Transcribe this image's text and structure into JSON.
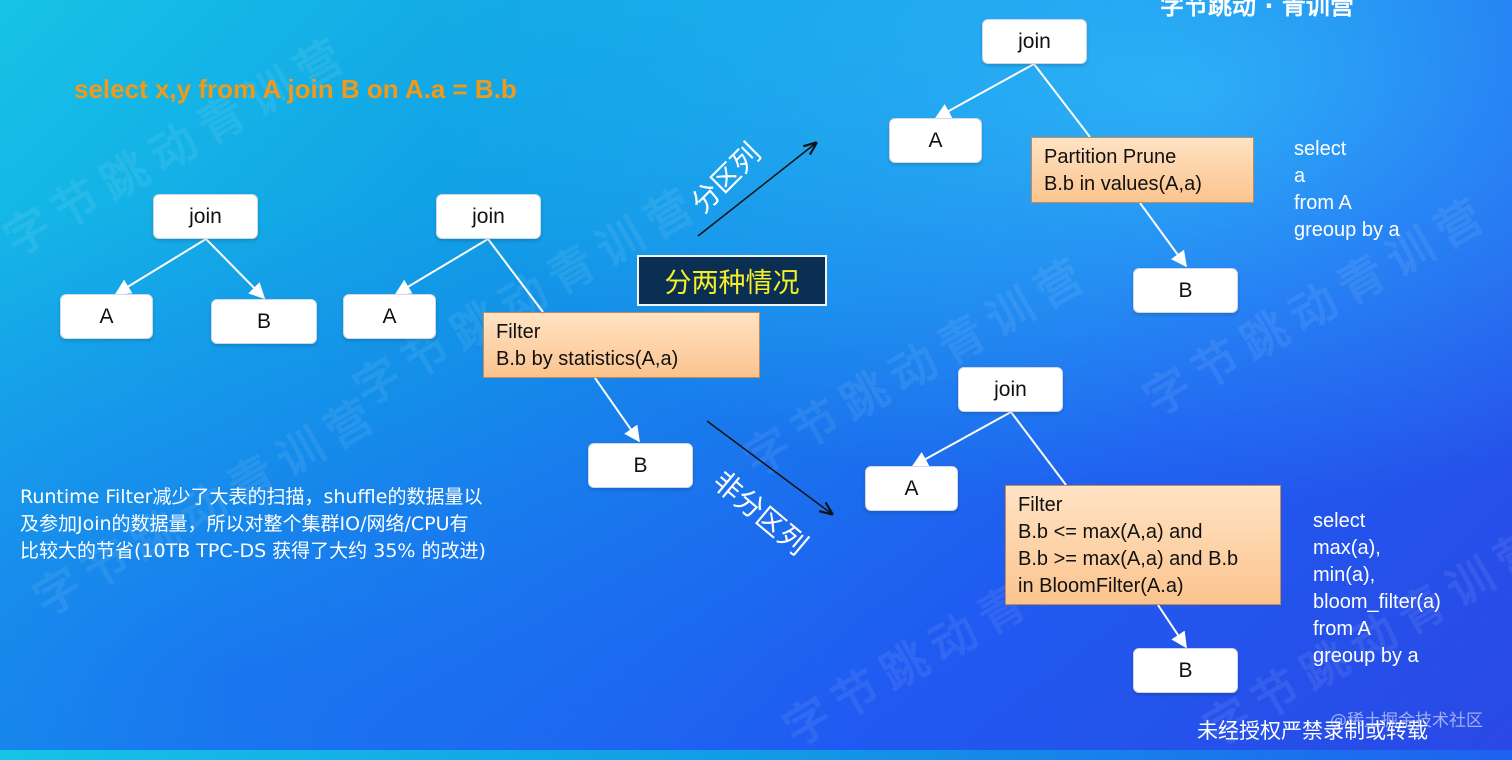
{
  "title": "select x,y from A join B on A.a = B.b",
  "watermark": "字节跳动青训营",
  "top_logo": "字节跳动 · 青训营",
  "nodes": {
    "join": "join",
    "a": "A",
    "b": "B"
  },
  "middle_filter": {
    "line1": "Filter",
    "line2": "B.b by statistics(A,a)"
  },
  "case_label": "分两种情况",
  "partition_label": "分区列",
  "non_partition_label": "非分区列",
  "partition_prune": {
    "line1": "Partition Prune",
    "line2": "B.b in values(A,a)"
  },
  "partition_sql": [
    "select",
    "a",
    "from A",
    "greoup by a"
  ],
  "bottom_filter": {
    "line1": "Filter",
    "line2": "B.b <= max(A,a) and",
    "line3": "B.b >= max(A,a) and B.b",
    "line4": "in BloomFilter(A.a)"
  },
  "bottom_sql": [
    "select",
    "max(a),",
    "min(a),",
    "bloom_filter(a)",
    "from A",
    "greoup by a"
  ],
  "description": [
    "Runtime Filter减少了大表的扫描，shuffle的数据量以",
    "及参加Join的数据量，所以对整个集群IO/网络/CPU有",
    "比较大的节省(10TB TPC-DS 获得了大约 35% 的改进)"
  ],
  "footer": "未经授权严禁录制或转载",
  "credit": "@稀土掘金技术社区",
  "colors": {
    "title": "#f29a18",
    "case_text": "#f6ef27",
    "case_bg": "#0a2f52",
    "filter_bg": "#fbc48e"
  }
}
